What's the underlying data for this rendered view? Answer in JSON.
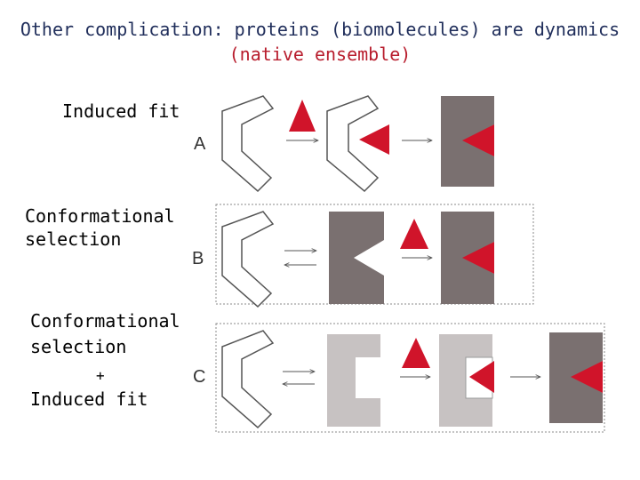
{
  "title": {
    "line1": "Other complication: proteins (biomolecules) are dynamics",
    "line2": "(native ensemble)"
  },
  "labels": {
    "induced_fit": "Induced fit",
    "conf_sel_1": "Conformational",
    "conf_sel_2": "selection",
    "combo_1": "Conformational",
    "combo_2": "selection",
    "combo_plus": "+",
    "combo_3": "Induced fit"
  },
  "row_letters": {
    "a": "A",
    "b": "B",
    "c": "C"
  },
  "colors": {
    "title_blue": "#1f2d5a",
    "title_red": "#b81d2d",
    "ligand_red": "#d0142a",
    "protein_dark": "#7a7070",
    "protein_light": "#c7c2c2",
    "outline": "#555555"
  }
}
